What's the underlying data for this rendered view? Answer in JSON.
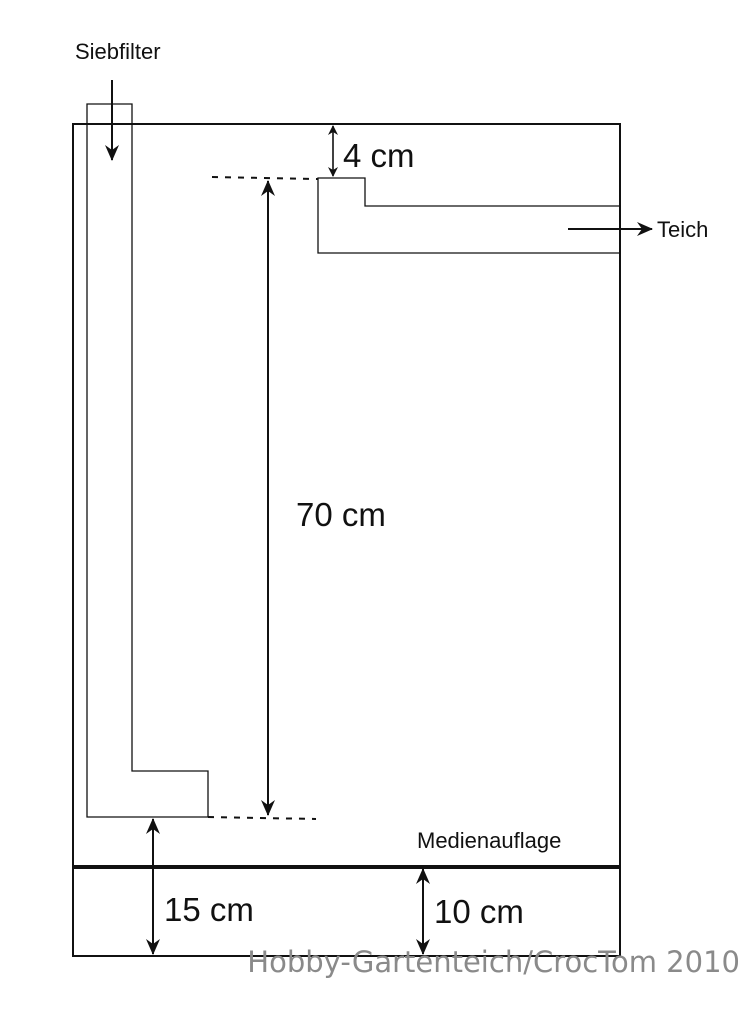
{
  "labels": {
    "sieve_filter": "Siebfilter",
    "pond": "Teich",
    "media_support": "Medienauflage",
    "gap_top": "4 cm",
    "height_main": "70 cm",
    "height_bottom": "15 cm",
    "height_media": "10 cm"
  },
  "watermark": {
    "text": "Hobby-Gartenteich/CrocTom 2010"
  },
  "colors": {
    "line": "#111111",
    "watermark": "#8a8a8a",
    "background": "#ffffff"
  }
}
